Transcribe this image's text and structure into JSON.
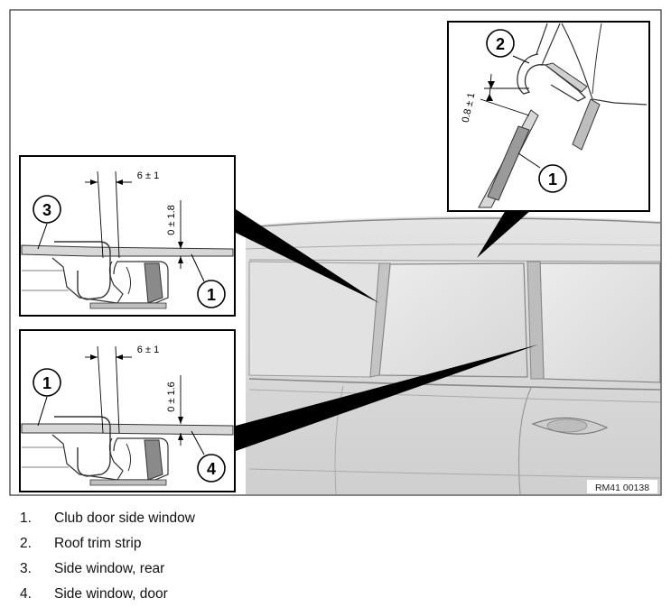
{
  "figure": {
    "reference_code": "RM41 00138",
    "detail_top_left": {
      "callout_left": "3",
      "callout_right": "1",
      "dim_horizontal": "6 ± 1",
      "dim_vertical": "0 ± 1.8"
    },
    "detail_bottom_left": {
      "callout_left": "1",
      "callout_right": "4",
      "dim_horizontal": "6 ± 1",
      "dim_vertical": "0 ± 1.6"
    },
    "detail_top_right": {
      "callout_top": "2",
      "callout_bottom": "1",
      "dim_gap": "0.8 ± 1"
    }
  },
  "legend": [
    {
      "number": "1.",
      "text": "Club door side window"
    },
    {
      "number": "2.",
      "text": "Roof trim strip"
    },
    {
      "number": "3.",
      "text": "Side window, rear"
    },
    {
      "number": "4.",
      "text": "Side window, door"
    }
  ]
}
